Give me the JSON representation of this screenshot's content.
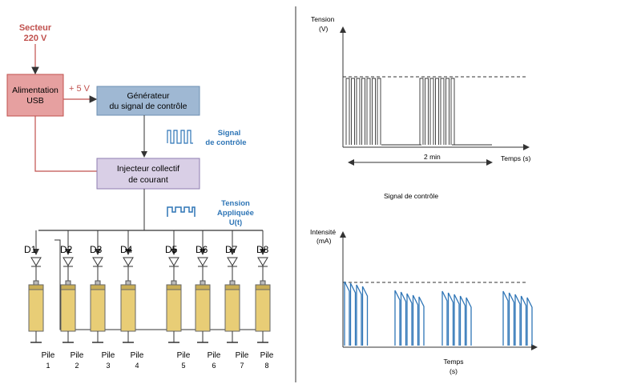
{
  "power": {
    "line1": "Secteur",
    "line2": "220 V",
    "color": "#c0504d"
  },
  "usb": {
    "line1": "Alimentation",
    "line2": "USB",
    "fill": "#e6a0a0",
    "stroke": "#c0504d"
  },
  "plus5v": "+ 5 V",
  "generator": {
    "line1": "Générateur",
    "line2": "du signal de contrôle",
    "fill": "#9fb8d3"
  },
  "injector": {
    "line1": "Injecteur collectif",
    "line2": "de courant",
    "fill": "#d9cfe6"
  },
  "signal_label": {
    "line1": "Signal",
    "line2": "de contrôle",
    "color": "#2e75b6"
  },
  "voltage_label": {
    "line1": "Tension",
    "line2": "Appliquée",
    "line3": "U(t)",
    "color": "#2e75b6"
  },
  "diodes": [
    "D1",
    "D2",
    "D3",
    "D4",
    "D5",
    "D6",
    "D7",
    "D8"
  ],
  "piles": [
    {
      "word": "Pile",
      "num": "1"
    },
    {
      "word": "Pile",
      "num": "2"
    },
    {
      "word": "Pile",
      "num": "3"
    },
    {
      "word": "Pile",
      "num": "4"
    },
    {
      "word": "Pile",
      "num": "5"
    },
    {
      "word": "Pile",
      "num": "6"
    },
    {
      "word": "Pile",
      "num": "7"
    },
    {
      "word": "Pile",
      "num": "8"
    }
  ],
  "battery_fill": "#e8cd76",
  "top_graph": {
    "ylabel1": "Tension",
    "ylabel2": "(V)",
    "xlabel": "Temps (s)",
    "period": "2 min"
  },
  "caption": "Signal de contrôle",
  "bottom_graph": {
    "ylabel1": "Intensité",
    "ylabel2": "(mA)",
    "xlabel1": "Temps",
    "xlabel2": "(s)",
    "line_color": "#2e75b6"
  }
}
